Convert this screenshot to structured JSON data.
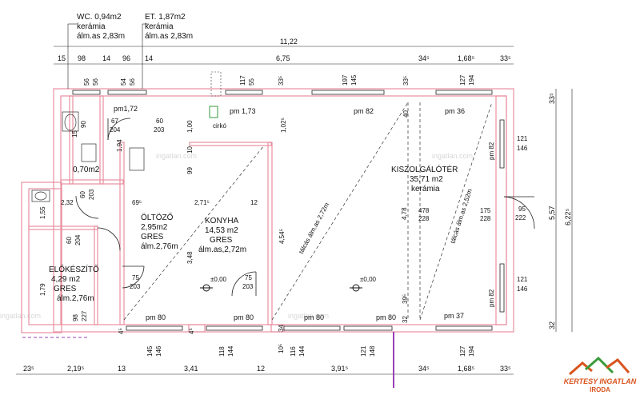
{
  "rooms": {
    "wc": {
      "name": "WC. 0,94m2",
      "floor": "kerámia",
      "height": "álm.as 2,83m"
    },
    "et": {
      "name": "ET. 1,87m2",
      "floor": "kerámia",
      "height": "álm.as 2,83m"
    },
    "oltozo": {
      "name": "ÖLTÖZŐ",
      "area": "2,95m2",
      "floor": "GRES",
      "height": "álm.2,76m"
    },
    "konyha": {
      "name": "KONYHA",
      "area": "14,53 m2",
      "floor": "GRES",
      "height": "álm.as,2,72m"
    },
    "kiszolgalo": {
      "name": "KISZOLGÁLÓTÉR",
      "area": "35,71 m2",
      "floor": "kerámia"
    },
    "elokeszito": {
      "name": "ELŐKÉSZÍTŐ",
      "area": "4,29 m2",
      "floor": "GRES",
      "height": "álm.2,76m"
    },
    "small": {
      "name": "0,70m2"
    }
  },
  "notes": {
    "cirko": "cirkó",
    "ceiling1": "tálcás álm.as 2,72m",
    "ceiling2": "tálcás álm.as 2,52m",
    "level1": "±0,00",
    "level2": "±0,00"
  },
  "dims_top": {
    "total": "11,22",
    "d1": "15",
    "d2": "98",
    "d3": "14",
    "d4": "96",
    "d5": "14",
    "d6": "6,75",
    "d7": "34⁵",
    "d8": "1,68⁵",
    "d9": "33⁵"
  },
  "dims_bottom": {
    "d1": "23⁵",
    "d2": "2,19⁵",
    "d3": "13",
    "d4": "3,41",
    "d5": "12",
    "d6": "3,91⁵",
    "d7": "34⁵",
    "d8": "1,68⁵",
    "d9": "33⁵"
  },
  "dims_right": {
    "a": "33⁵",
    "b": "5,57",
    "c": "6,22⁵",
    "d": "32"
  },
  "openings_top": {
    "o1": "56",
    "o1b": "56",
    "o2": "54",
    "o2b": "56",
    "o3": "117",
    "o3b": "55",
    "o4": "33⁵",
    "o5": "197",
    "o5b": "145",
    "o6": "33⁵",
    "o7": "127",
    "o7b": "194",
    "pm1": "pm1,72",
    "pm2": "pm 1,73",
    "pm3": "pm 82",
    "pm4": "pm 36"
  },
  "openings_bottom": {
    "pm1": "pm 80",
    "pm2": "pm 80",
    "pm3": "pm 80",
    "pm4": "pm 80",
    "pm5": "pm 37",
    "b1": "145",
    "b1b": "146",
    "b2": "118",
    "b2b": "144",
    "b3": "116",
    "b3b": "144",
    "b4": "121",
    "b4b": "148",
    "b5": "127",
    "b5b": "194",
    "s1": "10⁵",
    "s2": "34",
    "s3": "32",
    "s4": "39⁵",
    "s5": "4⁵"
  },
  "doors": {
    "d1": "67",
    "d1b": "204",
    "d2": "60",
    "d2b": "203",
    "d3": "60",
    "d3b": "203",
    "d4": "60",
    "d4b": "204",
    "d5": "75",
    "d5b": "203",
    "d6": "75",
    "d6b": "203",
    "d7": "478",
    "d7b": "228",
    "d8": "175",
    "d8b": "228",
    "d9": "95",
    "d9b": "222",
    "d10": "98",
    "d10b": "227",
    "w1": "121",
    "w1b": "146",
    "w2": "121",
    "w2b": "146",
    "w3": "pm 82",
    "w4": "pm 82"
  },
  "inner_dims": {
    "i1": "1,00",
    "i2": "1,94",
    "i3": "1,02⁵",
    "i4": "40",
    "i5": "2,32",
    "i6": "69⁵",
    "i7": "2,71⁵",
    "i8": "12",
    "i9": "99",
    "i10": "10",
    "i11": "1,55",
    "i12": "3,48",
    "i13": "4,54⁵",
    "i14": "4,78",
    "i15": "1,79",
    "i16": "15",
    "i17": "90",
    "i18": "4⁵"
  },
  "watermark": {
    "w1": "ingatlan.com",
    "w2": "ingatlan.com",
    "w3": "ingatlan.com",
    "w4": "ingatlan.com"
  },
  "logo": {
    "line1": "KERTESY INGATLAN",
    "line2": "IRODA"
  },
  "colors": {
    "wall": "#e88fa0",
    "line": "#222222",
    "accent": "#d9541e",
    "green": "#3a9a3a"
  }
}
